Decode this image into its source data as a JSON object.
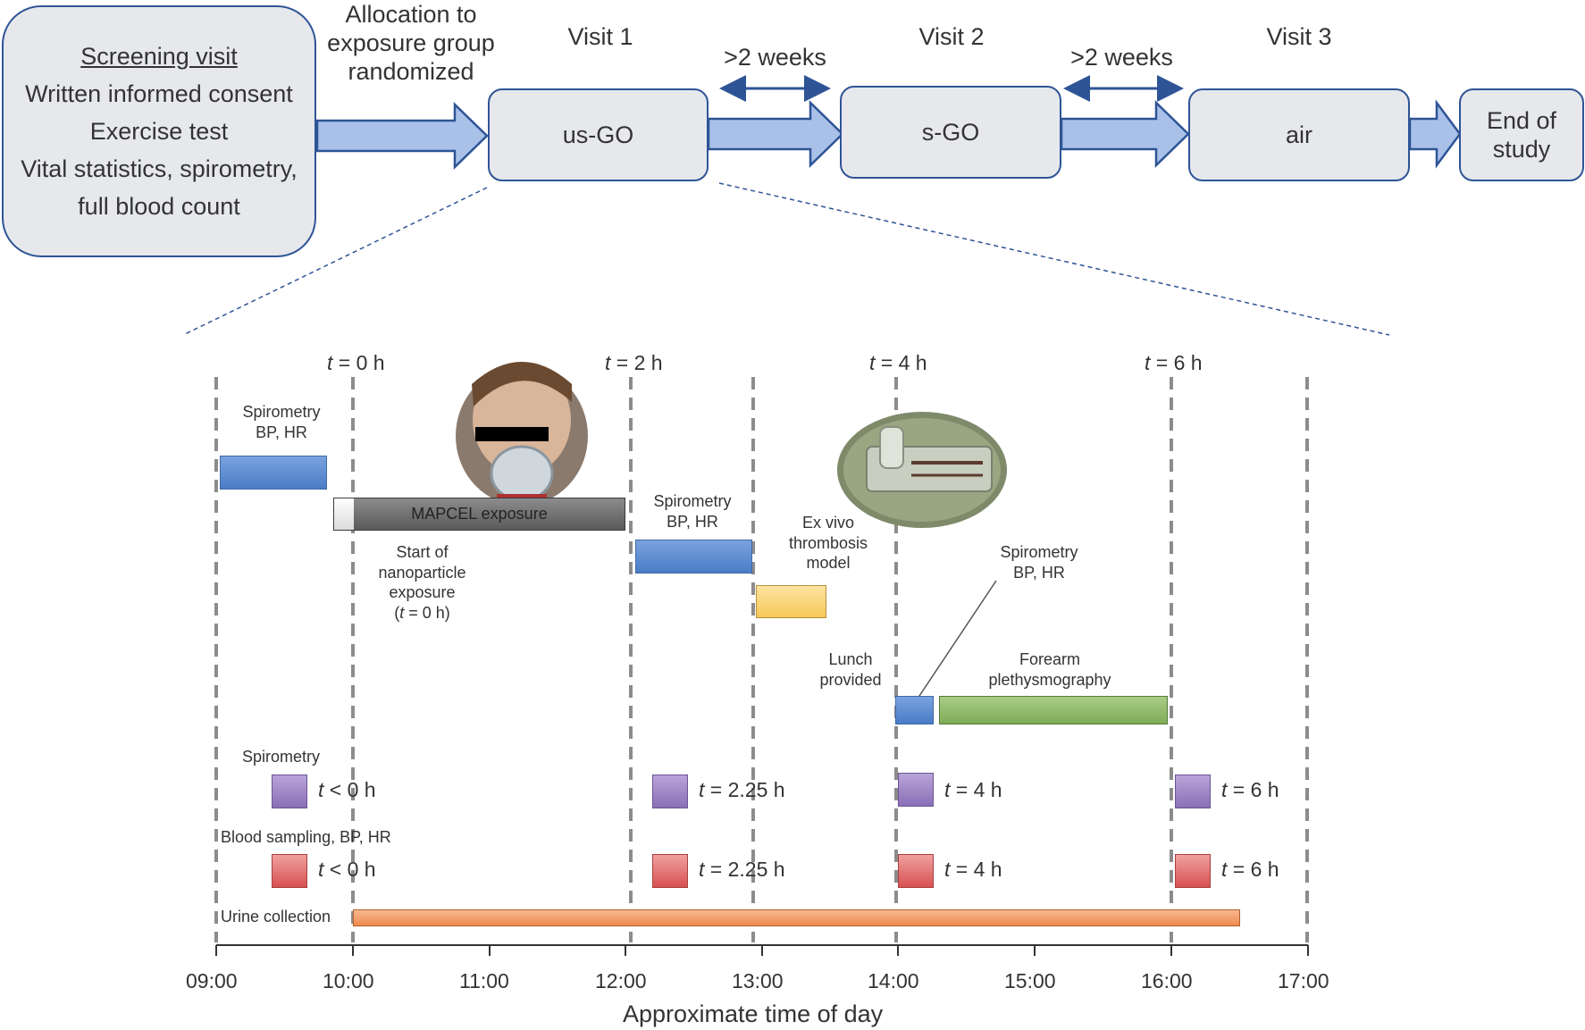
{
  "flow": {
    "screening": {
      "title": "Screening visit",
      "lines": [
        "Written informed consent",
        "Exercise test",
        "Vital statistics, spirometry,",
        "full blood count"
      ]
    },
    "allocation_label": [
      "Allocation to",
      "exposure group",
      "randomized"
    ],
    "visits": [
      {
        "label": "Visit 1",
        "box": "us-GO"
      },
      {
        "label": "Visit 2",
        "box": "s-GO"
      },
      {
        "label": "Visit 3",
        "box": "air"
      }
    ],
    "gaps": [
      ">2 weeks",
      ">2 weeks"
    ],
    "end": [
      "End of",
      "study"
    ]
  },
  "timeline": {
    "markers": [
      {
        "t": "t",
        "rest": " = 0 h",
        "time": "10:00"
      },
      {
        "t": "t",
        "rest": " = 2 h",
        "time": "12:00"
      },
      {
        "t": "t",
        "rest": " = 4 h",
        "time": "14:00"
      },
      {
        "t": "t",
        "rest": " = 6 h",
        "time": "16:00"
      }
    ],
    "axis": {
      "title": "Approximate time of day",
      "ticks": [
        "09:00",
        "10:00",
        "11:00",
        "12:00",
        "13:00",
        "14:00",
        "15:00",
        "16:00",
        "17:00"
      ]
    },
    "events": {
      "spiro1": [
        "Spirometry",
        "BP, HR"
      ],
      "mapcel": "MAPCEL exposure",
      "start_exposure": [
        "Start of",
        "nanoparticle",
        "exposure"
      ],
      "start_exposure_t": {
        "open": "(",
        "t": "t",
        "rest": " = 0 h)"
      },
      "spiro2": [
        "Spirometry",
        "BP, HR"
      ],
      "exvivo": [
        "Ex vivo",
        "thrombosis",
        "model"
      ],
      "spiro3": [
        "Spirometry",
        "BP, HR"
      ],
      "lunch": [
        "Lunch",
        "provided"
      ],
      "forearm": [
        "Forearm",
        "plethysmography"
      ]
    },
    "rows": {
      "spirometry_label": "Spirometry",
      "blood_label": "Blood sampling, BP, HR",
      "urine_label": "Urine collection",
      "points": [
        {
          "t": "t",
          "rest": " < 0 h"
        },
        {
          "t": "t",
          "rest": " = 2.25 h"
        },
        {
          "t": "t",
          "rest": " = 4 h"
        },
        {
          "t": "t",
          "rest": " = 6 h"
        }
      ]
    }
  },
  "colors": {
    "flow_border": "#2e5496",
    "flow_arrow": "#a9c1e8",
    "spirometry_bp_hr": "#4a7cc6",
    "mapcel": "#6b6b6b",
    "exvivo": "#f7c85a",
    "forearm": "#7fac58",
    "spirometry_row": "#8a6fb7",
    "blood_row": "#d85050",
    "urine": "#ef8a4e"
  }
}
